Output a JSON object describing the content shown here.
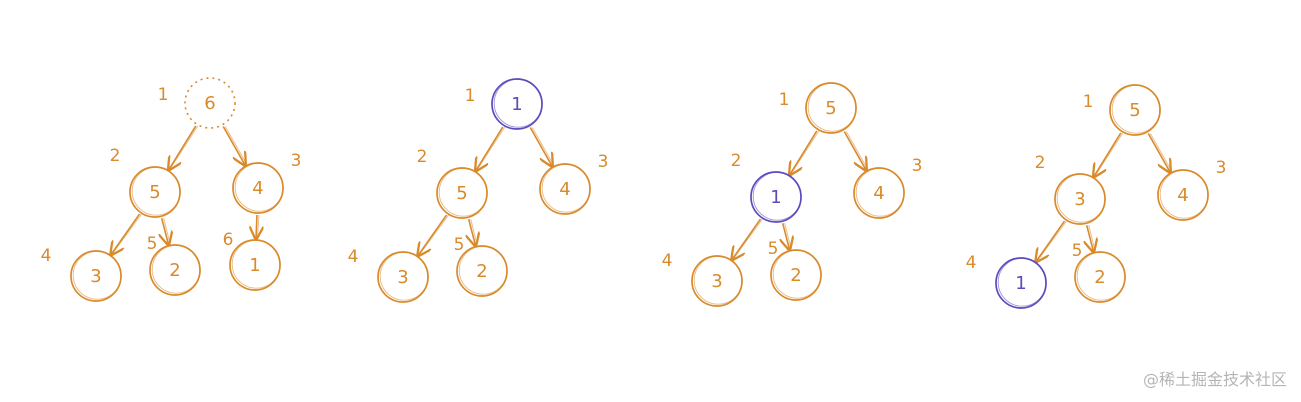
{
  "colors": {
    "stroke": "#d98a2b",
    "highlight": "#5b4bbd",
    "watermark": "#b5b5b5"
  },
  "watermark": "@稀土掘金技术社区",
  "trees": [
    {
      "nodes": [
        {
          "id": "a",
          "value": "6",
          "index": "1",
          "style": "dotted"
        },
        {
          "id": "b",
          "value": "5",
          "index": "2",
          "style": "normal"
        },
        {
          "id": "c",
          "value": "4",
          "index": "3",
          "style": "normal"
        },
        {
          "id": "d",
          "value": "3",
          "index": "4",
          "style": "normal"
        },
        {
          "id": "e",
          "value": "2",
          "index": "5",
          "style": "normal"
        },
        {
          "id": "f",
          "value": "1",
          "index": "6",
          "style": "normal"
        }
      ],
      "edges": [
        [
          "a",
          "b"
        ],
        [
          "a",
          "c"
        ],
        [
          "b",
          "d"
        ],
        [
          "b",
          "e"
        ],
        [
          "c",
          "f"
        ]
      ]
    },
    {
      "nodes": [
        {
          "id": "a",
          "value": "1",
          "index": "1",
          "style": "highlight"
        },
        {
          "id": "b",
          "value": "5",
          "index": "2",
          "style": "normal"
        },
        {
          "id": "c",
          "value": "4",
          "index": "3",
          "style": "normal"
        },
        {
          "id": "d",
          "value": "3",
          "index": "4",
          "style": "normal"
        },
        {
          "id": "e",
          "value": "2",
          "index": "5",
          "style": "normal"
        }
      ],
      "edges": [
        [
          "a",
          "b"
        ],
        [
          "a",
          "c"
        ],
        [
          "b",
          "d"
        ],
        [
          "b",
          "e"
        ]
      ]
    },
    {
      "nodes": [
        {
          "id": "a",
          "value": "5",
          "index": "1",
          "style": "normal"
        },
        {
          "id": "b",
          "value": "1",
          "index": "2",
          "style": "highlight"
        },
        {
          "id": "c",
          "value": "4",
          "index": "3",
          "style": "normal"
        },
        {
          "id": "d",
          "value": "3",
          "index": "4",
          "style": "normal"
        },
        {
          "id": "e",
          "value": "2",
          "index": "5",
          "style": "normal"
        }
      ],
      "edges": [
        [
          "a",
          "b"
        ],
        [
          "a",
          "c"
        ],
        [
          "b",
          "d"
        ],
        [
          "b",
          "e"
        ]
      ]
    },
    {
      "nodes": [
        {
          "id": "a",
          "value": "5",
          "index": "1",
          "style": "normal"
        },
        {
          "id": "b",
          "value": "3",
          "index": "2",
          "style": "normal"
        },
        {
          "id": "c",
          "value": "4",
          "index": "3",
          "style": "normal"
        },
        {
          "id": "d",
          "value": "1",
          "index": "4",
          "style": "highlight"
        },
        {
          "id": "e",
          "value": "2",
          "index": "5",
          "style": "normal"
        }
      ],
      "edges": [
        [
          "a",
          "b"
        ],
        [
          "a",
          "c"
        ],
        [
          "b",
          "d"
        ],
        [
          "b",
          "e"
        ]
      ]
    }
  ]
}
